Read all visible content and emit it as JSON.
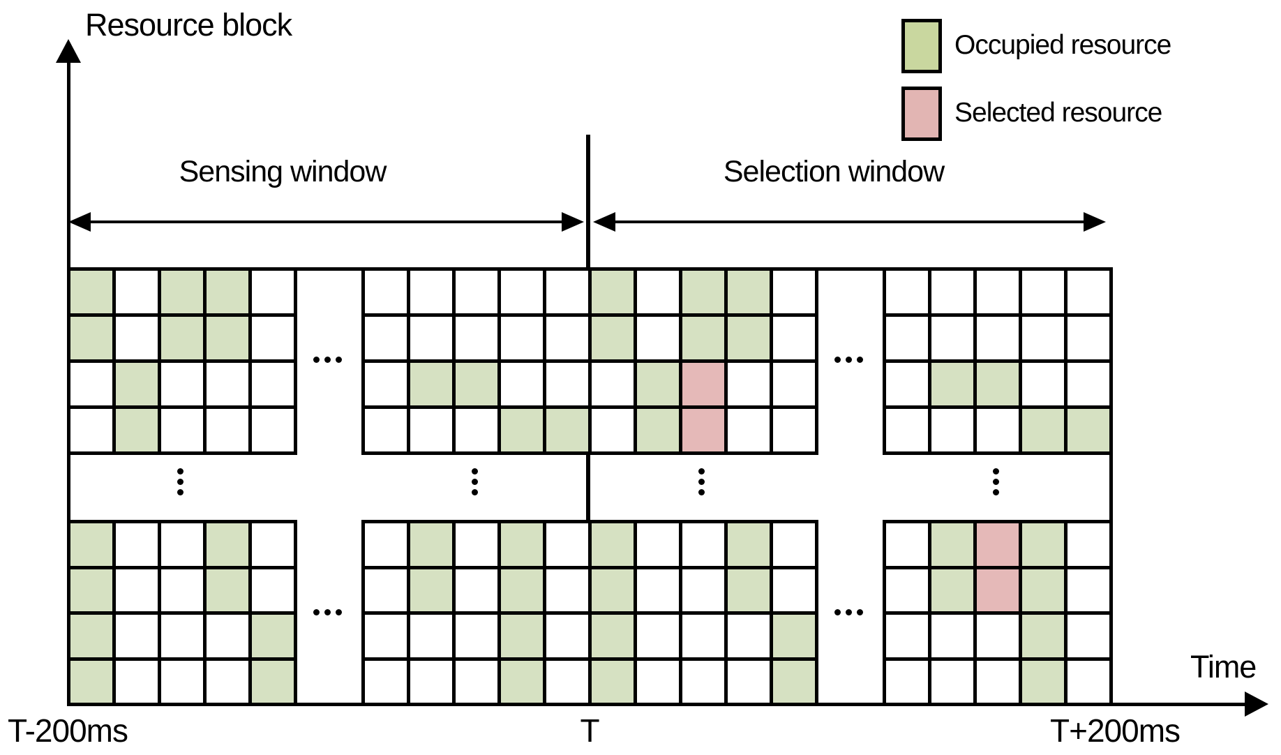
{
  "y_axis_label": "Resource block",
  "x_axis_label": "Time",
  "windows": {
    "sensing": "Sensing window",
    "selection": "Selection window"
  },
  "time_labels": {
    "start": "T-200ms",
    "mid": "T",
    "end": "T+200ms"
  },
  "legend": [
    {
      "key": "occupied",
      "label": "Occupied resource"
    },
    {
      "key": "selected",
      "label": "Selected resource"
    }
  ],
  "colors": {
    "occupied_cell": "#d6e1c2",
    "selected_cell": "#e5b9b8",
    "legend_occupied": "#c9d79f",
    "legend_selected": "#e2b5b3",
    "line": "#000000"
  },
  "grid": {
    "cell_states_legend": {
      "G": "occupied",
      "P": "selected",
      "W": "empty"
    },
    "bands": [
      {
        "name": "upper-resource-rows",
        "blocks": [
          {
            "id": "sensing-left",
            "rows": [
              "GWGGW",
              "GWGGW",
              "WGWWW",
              "WGWWW"
            ]
          },
          {
            "id": "sensing-right",
            "rows": [
              "WWWWW",
              "WWWWW",
              "WGGWW",
              "WWWGG"
            ]
          },
          {
            "id": "selection-left",
            "rows": [
              "GWGGW",
              "GWGGW",
              "WGPWW",
              "WGPWW"
            ]
          },
          {
            "id": "selection-right",
            "rows": [
              "WWWWW",
              "WWWWW",
              "WGGWW",
              "WWWGG"
            ]
          }
        ]
      },
      {
        "name": "lower-resource-rows",
        "blocks": [
          {
            "id": "sensing-left",
            "rows": [
              "GWWGW",
              "GWWGW",
              "GWWWG",
              "GWWWG"
            ]
          },
          {
            "id": "sensing-right",
            "rows": [
              "WGWGW",
              "WGWGW",
              "WWWGW",
              "WWWGW"
            ]
          },
          {
            "id": "selection-left",
            "rows": [
              "GWWGW",
              "GWWGW",
              "GWWWG",
              "GWWWG"
            ]
          },
          {
            "id": "selection-right",
            "rows": [
              "WGPGW",
              "WGPGW",
              "WWWGW",
              "WWWGW"
            ]
          }
        ]
      }
    ]
  }
}
